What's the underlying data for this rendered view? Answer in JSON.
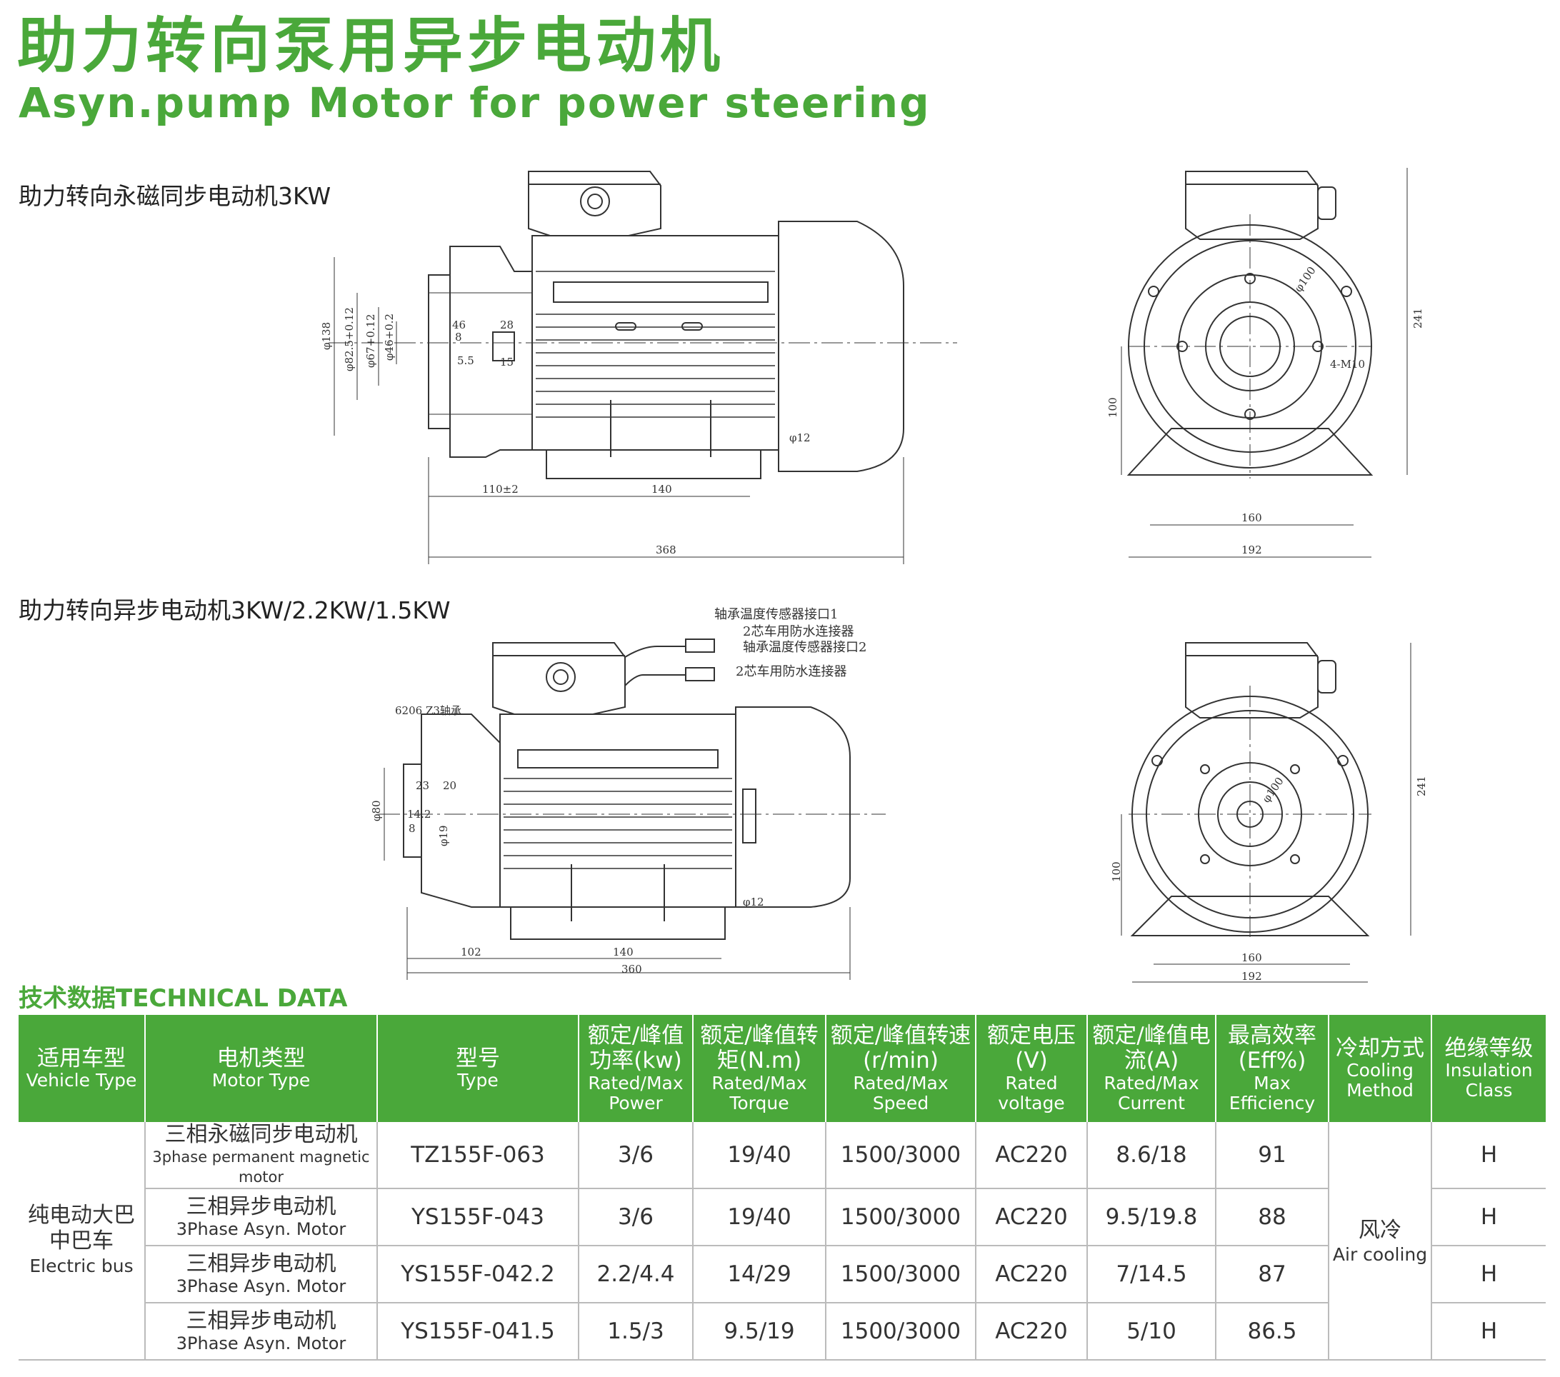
{
  "title_cn": "助力转向泵用异步电动机",
  "title_en": "Asyn.pump Motor for power steering",
  "section1_label": "助力转向永磁同步电动机3KW",
  "section2_label": "助力转向异步电动机3KW/2.2KW/1.5KW",
  "drawing1": {
    "dims": {
      "d138": "φ138",
      "d82": "φ82.5+0.12",
      "d67": "φ67+0.12",
      "d46": "φ46+0.2",
      "w46": "46",
      "w28": "28",
      "w8": "8",
      "w55": "5.5",
      "w15": "15",
      "d12": "φ12",
      "l110": "110±2",
      "l140": "140",
      "l368": "368",
      "d100r": "φ100",
      "mholes": "4-M10",
      "h241": "241",
      "h100": "100",
      "w160": "160",
      "w192": "192"
    }
  },
  "drawing2": {
    "notes": {
      "sensor1": "轴承温度传感器接口1",
      "conn1": "2芯车用防水连接器",
      "sensor2": "轴承温度传感器接口2",
      "conn2": "2芯车用防水连接器",
      "bearing": "6206 Z3轴承"
    },
    "dims": {
      "d80": "φ80",
      "w23": "23",
      "w20": "20",
      "w142": "14.2",
      "w8": "8",
      "d19": "φ19",
      "d12": "φ12",
      "l102": "102",
      "l140": "140",
      "l360": "360",
      "d100r": "φ100",
      "h241": "241",
      "h100": "100",
      "w160": "160",
      "w192": "192"
    }
  },
  "tech_title": "技术数据TECHNICAL DATA",
  "table": {
    "headers": [
      {
        "cn": "适用车型",
        "en": "Vehicle Type"
      },
      {
        "cn": "电机类型",
        "en": "Motor Type"
      },
      {
        "cn": "型号",
        "en": "Type"
      },
      {
        "cn": "额定/峰值功率(kw)",
        "en": "Rated/Max Power"
      },
      {
        "cn": "额定/峰值转矩(N.m)",
        "en": "Rated/Max Torque"
      },
      {
        "cn": "额定/峰值转速(r/min)",
        "en": "Rated/Max Speed"
      },
      {
        "cn": "额定电压(V)",
        "en": "Rated voltage"
      },
      {
        "cn": "额定/峰值电流(A)",
        "en": "Rated/Max Current"
      },
      {
        "cn": "最高效率(Eff%)",
        "en": "Max Efficiency"
      },
      {
        "cn": "冷却方式",
        "en": "Cooling Method"
      },
      {
        "cn": "绝缘等级",
        "en": "Insulation Class"
      }
    ],
    "vehicle": {
      "cn1": "纯电动大巴",
      "cn2": "中巴车",
      "en": "Electric bus"
    },
    "cooling": {
      "cn": "风冷",
      "en": "Air cooling"
    },
    "rows": [
      {
        "motor_cn": "三相永磁同步电动机",
        "motor_en": "3phase permanent magnetic motor",
        "type": "TZ155F-063",
        "power": "3/6",
        "torque": "19/40",
        "speed": "1500/3000",
        "voltage": "AC220",
        "current": "8.6/18",
        "eff": "91",
        "insulation": "H"
      },
      {
        "motor_cn": "三相异步电动机",
        "motor_en": "3Phase Asyn. Motor",
        "type": "YS155F-043",
        "power": "3/6",
        "torque": "19/40",
        "speed": "1500/3000",
        "voltage": "AC220",
        "current": "9.5/19.8",
        "eff": "88",
        "insulation": "H"
      },
      {
        "motor_cn": "三相异步电动机",
        "motor_en": "3Phase Asyn. Motor",
        "type": "YS155F-042.2",
        "power": "2.2/4.4",
        "torque": "14/29",
        "speed": "1500/3000",
        "voltage": "AC220",
        "current": "7/14.5",
        "eff": "87",
        "insulation": "H"
      },
      {
        "motor_cn": "三相异步电动机",
        "motor_en": "3Phase Asyn. Motor",
        "type": "YS155F-041.5",
        "power": "1.5/3",
        "torque": "9.5/19",
        "speed": "1500/3000",
        "voltage": "AC220",
        "current": "5/10",
        "eff": "86.5",
        "insulation": "H"
      }
    ]
  },
  "colors": {
    "accent": "#4aa83a",
    "header_text": "#ffffff",
    "line": "#333333"
  }
}
